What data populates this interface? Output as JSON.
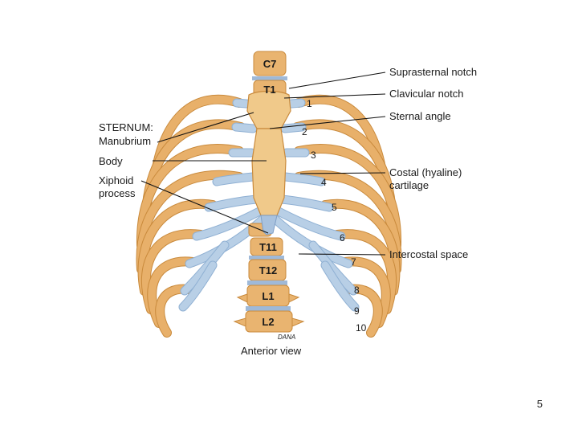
{
  "labels": {
    "suprasternal_notch": "Suprasternal notch",
    "clavicular_notch": "Clavicular notch",
    "sternal_angle": "Sternal angle",
    "sternum_heading": "STERNUM:",
    "manubrium": "Manubrium",
    "body": "Body",
    "xiphoid_line1": "Xiphoid",
    "xiphoid_line2": "process",
    "costal_line1": "Costal (hyaline)",
    "costal_line2": "cartilage",
    "intercostal_space": "Intercostal space",
    "view": "Anterior view",
    "signature": "DANA"
  },
  "vertebrae": [
    "C7",
    "T1",
    "T11",
    "T12",
    "L1",
    "L2"
  ],
  "rib_numbers": [
    "1",
    "2",
    "3",
    "4",
    "5",
    "6",
    "7",
    "8",
    "9",
    "10"
  ],
  "page_number": "5",
  "colors": {
    "bone": "#e8b06a",
    "bone_edge": "#c98a3c",
    "cartilage": "#b8cfe6",
    "vertebra": "#e9b470",
    "disc": "#9fb9d8"
  }
}
